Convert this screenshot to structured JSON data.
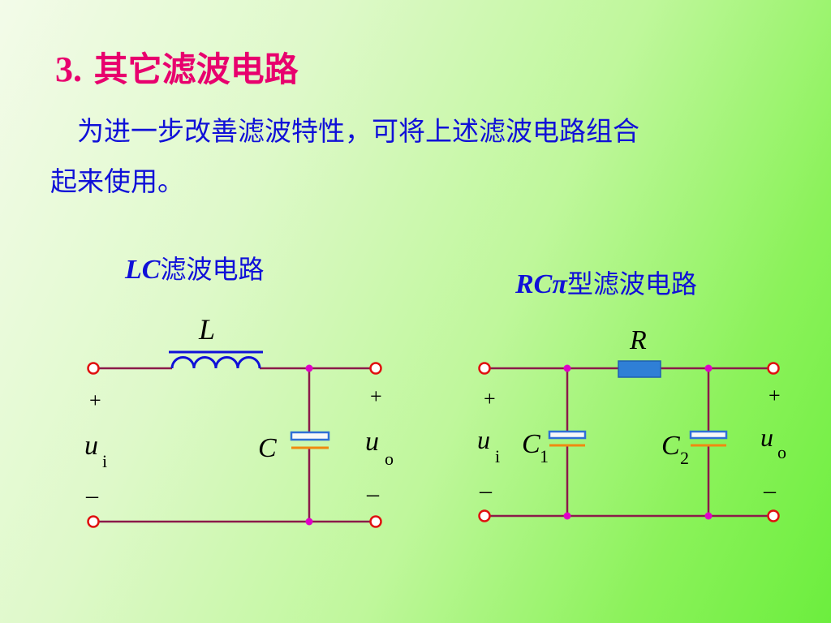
{
  "title": {
    "number": "3.",
    "text": "其它滤波电路"
  },
  "intro": {
    "line1": "为进一步改善滤波特性，可将上述滤波电路组合",
    "line2": "起来使用。"
  },
  "lc_filter": {
    "caption_prefix": "LC",
    "caption_rest": "滤波电路",
    "inductor_label": "L",
    "capacitor_label": "C",
    "input_plus": "+",
    "input_minus": "–",
    "input_symbol": "u",
    "input_sub": "i",
    "output_plus": "+",
    "output_minus": "–",
    "output_symbol": "u",
    "output_sub": "o"
  },
  "rc_filter": {
    "caption_prefix": "RCπ",
    "caption_rest": "型滤波电路",
    "resistor_label": "R",
    "c1_label": "C",
    "c1_sub": "1",
    "c2_label": "C",
    "c2_sub": "2",
    "input_plus": "+",
    "input_minus": "–",
    "input_symbol": "u",
    "input_sub": "i",
    "output_plus": "+",
    "output_minus": "–",
    "output_symbol": "u",
    "output_sub": "o"
  },
  "colors": {
    "title": "#e8006e",
    "text": "#1010d8",
    "wire": "#8b1a4a",
    "terminal": "#e01010",
    "node": "#e000c8",
    "inductor": "#1010d8",
    "resistor": "#2f7fd6",
    "cap_top": "#2f6fd6",
    "cap_bottom": "#f08a10"
  }
}
